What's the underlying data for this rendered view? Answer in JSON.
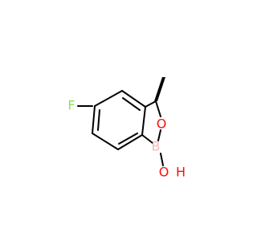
{
  "molecule": {
    "atoms": {
      "fluorine": {
        "symbol": "F",
        "color": "#90E050"
      },
      "ring_oxygen": {
        "symbol": "O",
        "color": "#FF0D0D"
      },
      "boron": {
        "symbol": "B",
        "color": "#FFB5B5"
      },
      "hydroxyl_oxygen": {
        "symbol": "O",
        "color": "#FF0D0D"
      },
      "hydroxyl_hydrogen": {
        "symbol": "H",
        "color": "#FF0D0D"
      }
    },
    "bond_color": "#000000",
    "stereo": "wedge-bond-to-methyl"
  }
}
